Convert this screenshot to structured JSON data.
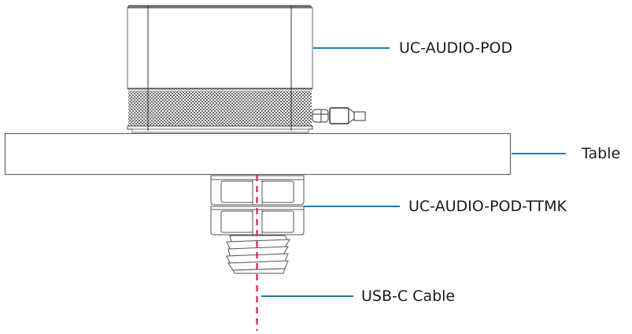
{
  "diagram": {
    "colors": {
      "leader": "#1f7fa8",
      "centerline": "#d0284b",
      "outline": "#555555",
      "fill": "#ffffff"
    },
    "labels": {
      "pod": "UC-AUDIO-POD",
      "table": "Table",
      "mount_kit": "UC-AUDIO-POD-TTMK",
      "cable": "USB-C Cable"
    }
  }
}
